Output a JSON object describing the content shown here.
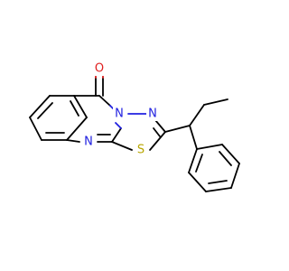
{
  "molecule": {
    "atoms": {
      "oxygen": {
        "symbol": "O",
        "color": "#e02020"
      },
      "n_bridge": {
        "symbol": "N",
        "color": "#2020e0"
      },
      "n_ring": {
        "symbol": "N",
        "color": "#2020e0"
      },
      "n_lower": {
        "symbol": "N",
        "color": "#2020e0"
      },
      "sulfur": {
        "symbol": "S",
        "color": "#b8a600"
      }
    }
  }
}
